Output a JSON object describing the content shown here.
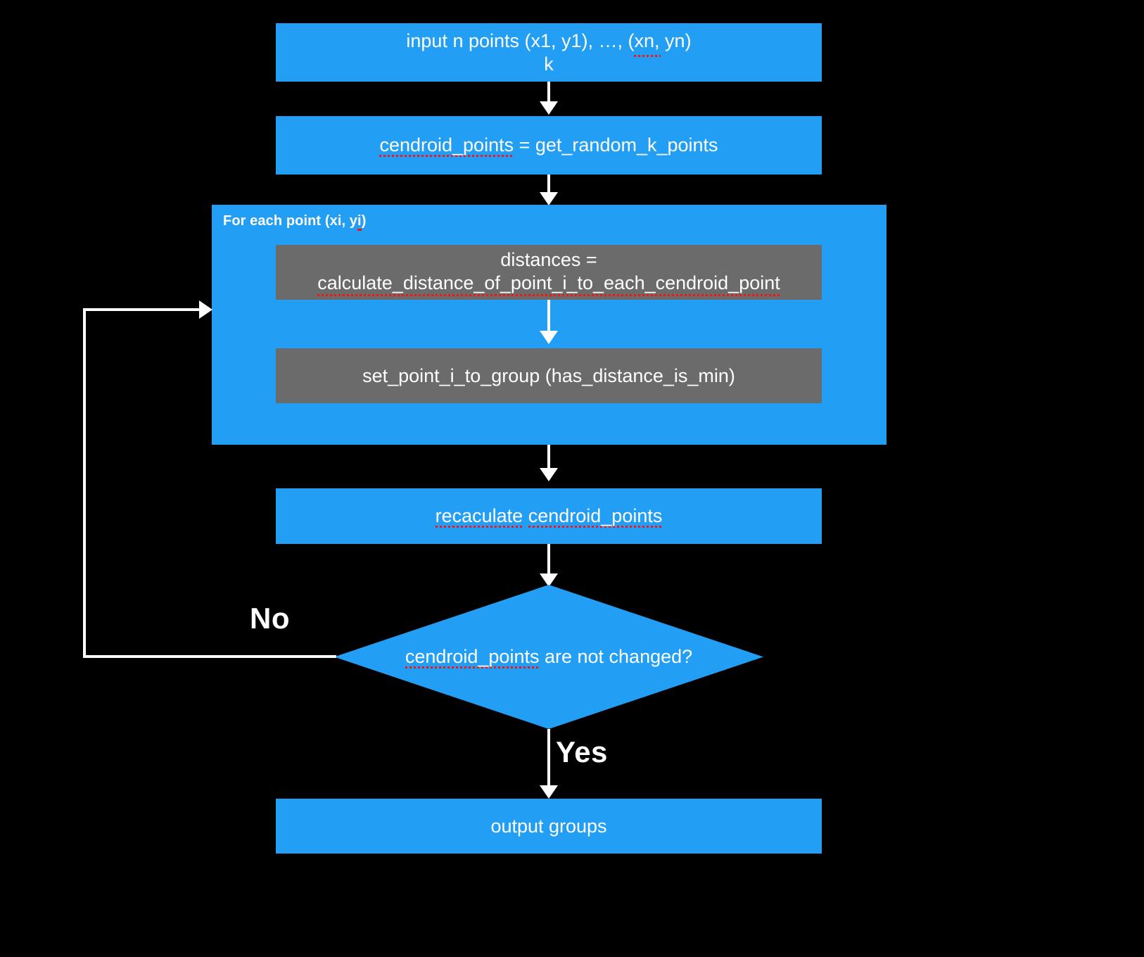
{
  "diagram": {
    "title": "k-means clustering flowchart",
    "background_color": "#000000",
    "colors": {
      "process_blue": "#229EF4",
      "subprocess_gray": "#6B6B6B",
      "edge_white": "#FFFFFF",
      "spellcheck_red": "#FF1111"
    },
    "nodes": {
      "input": {
        "line1": "input n points (x1, y1), …, (xn, yn)",
        "line2": "k"
      },
      "init_centroids": {
        "part1": "cendroid_points",
        "part2": " = get_random_k_points"
      },
      "loop_container": {
        "label": "For each point (xi, y",
        "label_misspelled": "i",
        "label_tail": ")"
      },
      "distances": {
        "line1": "distances =",
        "line2": "calculate_distance_of_point_i_to_each_cendroid_point"
      },
      "assign_group": {
        "text": "set_point_i_to_group (has_distance_is_min)"
      },
      "recalculate": {
        "part1": "recaculate",
        "part2": "cendroid_points"
      },
      "decision": {
        "part1": "cendroid_points",
        "part2": " are not changed?"
      },
      "output": {
        "text": "output groups"
      }
    },
    "edges": {
      "no_label": "No",
      "yes_label": "Yes"
    }
  }
}
